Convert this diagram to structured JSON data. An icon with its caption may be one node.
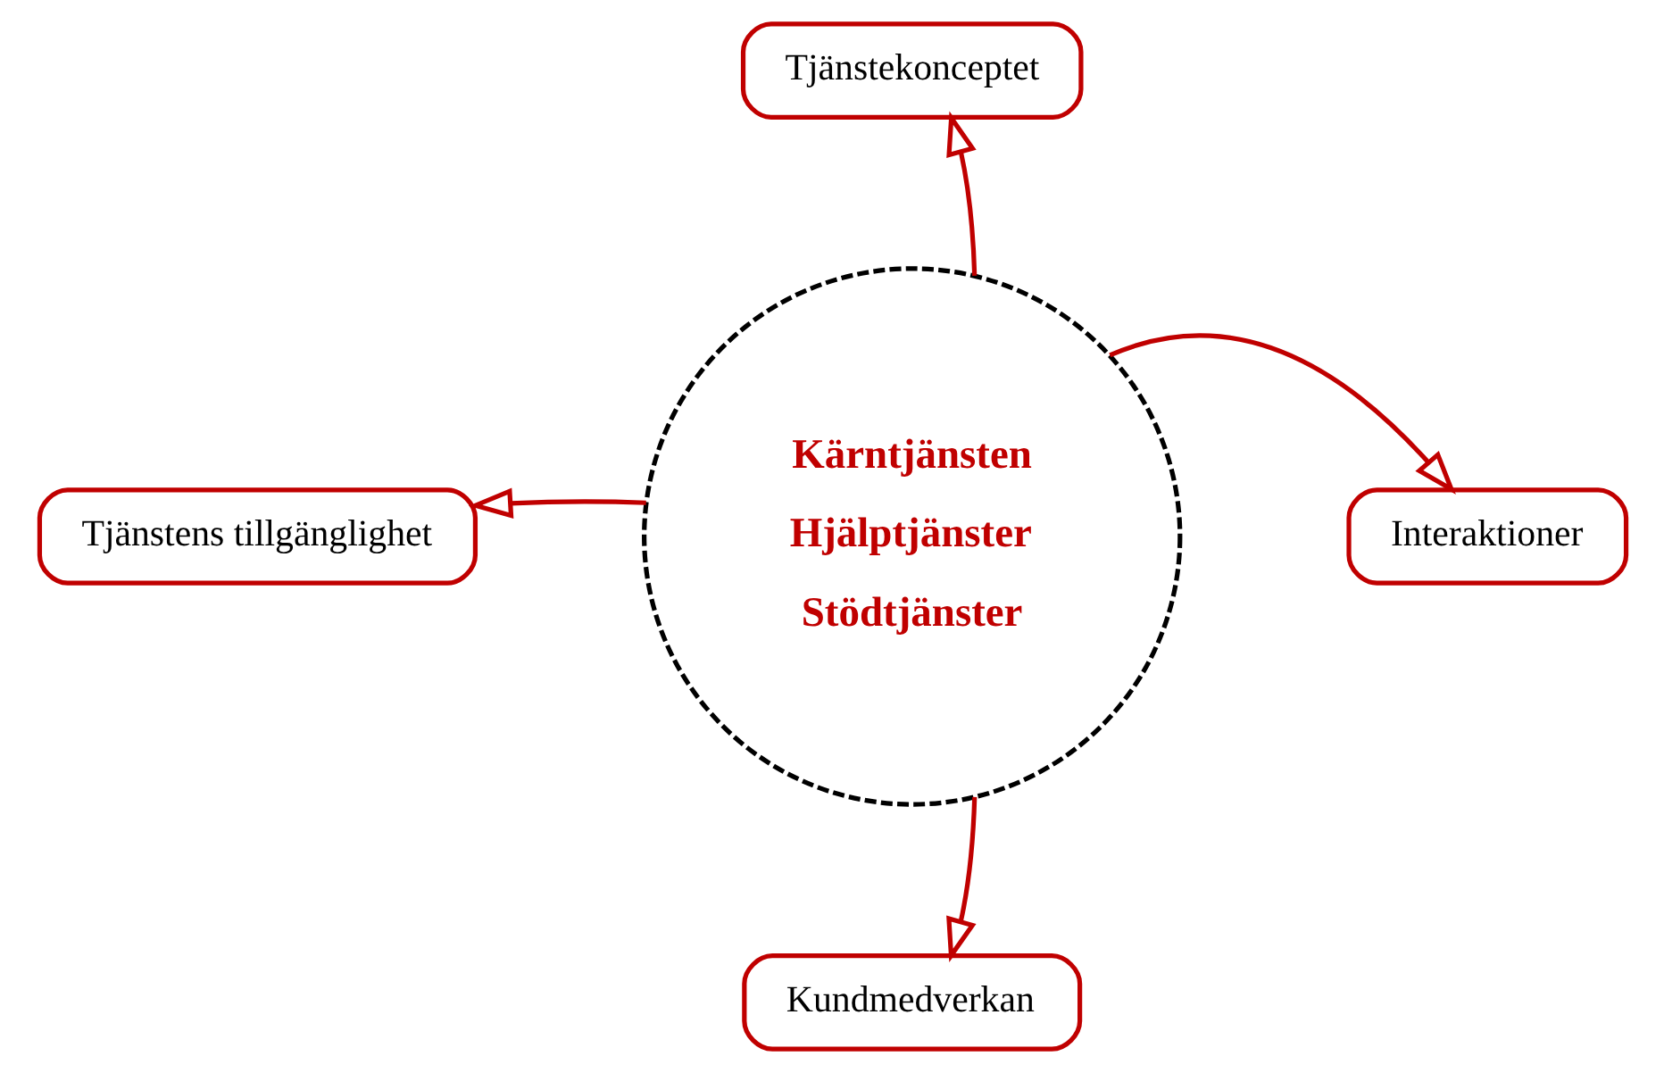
{
  "diagram": {
    "nodes": [
      {
        "text": [
          "Tjänstekonceptet"
        ]
      },
      {
        "text": [
          "Tjänstens tillgänglighet"
        ]
      },
      {
        "text": [
          "Kärntjänsten",
          "Hjälptjänster",
          "Stödtjänster"
        ]
      },
      {
        "text": [
          "Interaktioner"
        ]
      },
      {
        "text": [
          "Kundmedverkan"
        ]
      }
    ],
    "edges": [
      {
        "from": 2,
        "to": 0,
        "arrow": "to"
      },
      {
        "from": 2,
        "to": 1,
        "arrow": "to"
      },
      {
        "from": 2,
        "to": 3,
        "arrow": "to"
      },
      {
        "from": 2,
        "to": 4,
        "arrow": "to"
      }
    ]
  }
}
